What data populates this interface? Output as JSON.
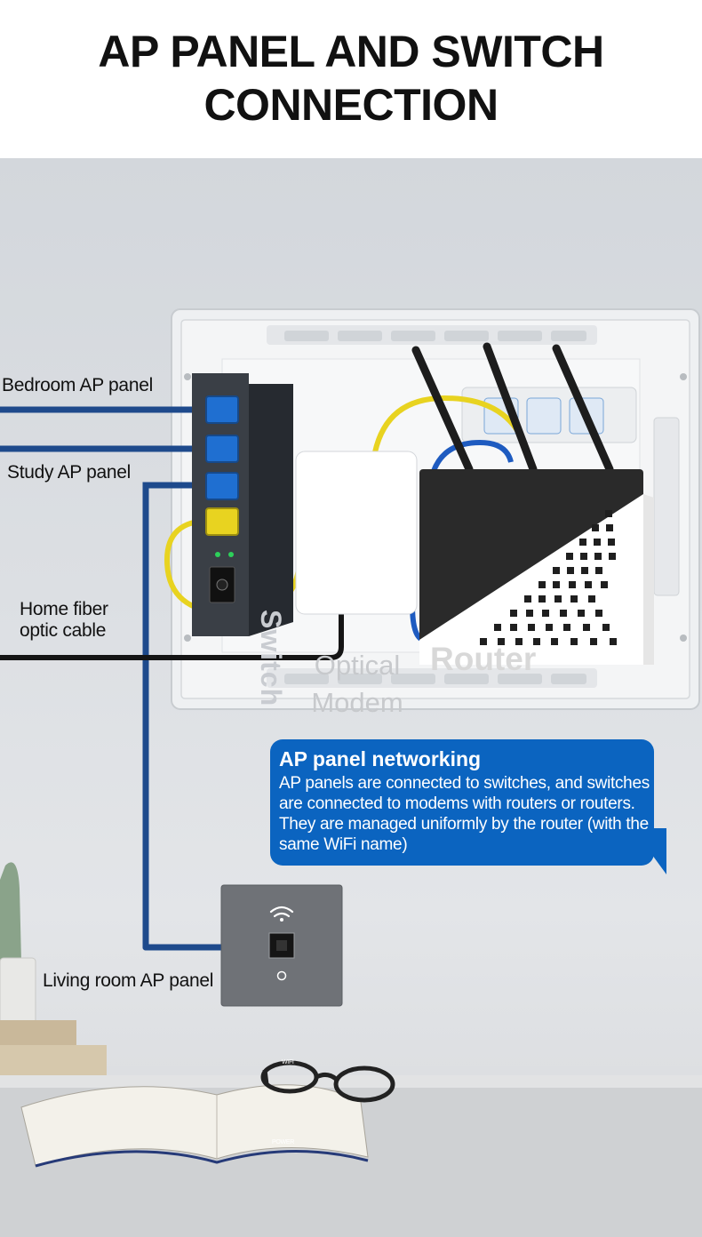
{
  "title": {
    "line1": "AP PANEL AND SWITCH",
    "line2": "CONNECTION"
  },
  "labels": {
    "bedroom": "Bedroom AP panel",
    "study": "Study AP panel",
    "fiber_line1": "Home fiber",
    "fiber_line2": "optic cable",
    "living_room": "Living room AP panel"
  },
  "devices": {
    "switch": "Switch",
    "modem_line1": "Optical",
    "modem_line2": "Modem",
    "router": "Router",
    "ap_wifi": "WIFI",
    "ap_power": "POWER"
  },
  "bubble": {
    "title": "AP panel networking",
    "body": "AP panels are connected to switches, and switches are connected to modems with routers or routers. They are managed uniformly by the router (with the same WiFi name)"
  },
  "colors": {
    "cable_blue": "#1e4a8c",
    "cable_yellow": "#e8d320",
    "fiber_black": "#151515",
    "bubble": "#0b64c0",
    "switch_body": "#2e3238",
    "router_black": "#2a2a2a"
  }
}
